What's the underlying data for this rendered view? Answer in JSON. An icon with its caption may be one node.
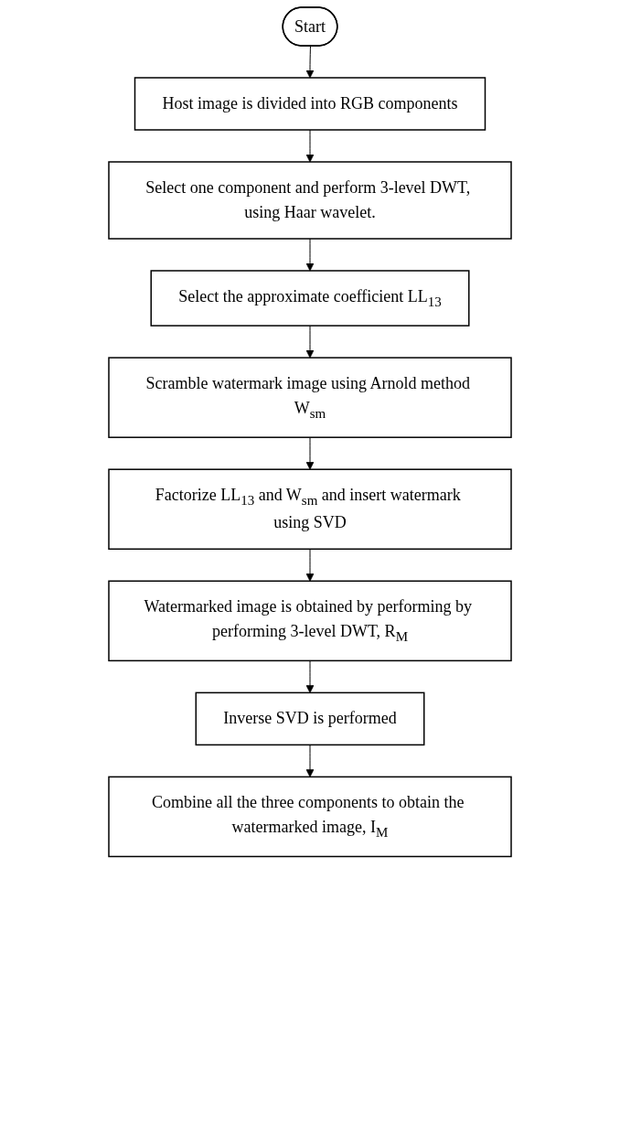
{
  "diagram": {
    "nodes": [
      {
        "text": [
          "Start"
        ]
      },
      {
        "text": [
          "Host image is divided into RGB components"
        ]
      },
      {
        "text": [
          "Select one component and perform 3-level DWT, using Haar wavelet."
        ]
      },
      {
        "text": [
          "Select the approximate coefficient LL$_{13}$"
        ]
      },
      {
        "text": [
          "Scramble watermark image using Arnold method W$_{sm}$"
        ]
      },
      {
        "text": [
          "Factorize LL$_{13}$ and W$_{sm}$ and insert watermark using SVD"
        ]
      },
      {
        "text": [
          "Watermarked image is obtained by performing by performing 3-level DWT, R$_{M}$"
        ]
      },
      {
        "text": [
          "Inverse SVD is performed"
        ]
      },
      {
        "text": [
          "Combine all the three components to obtain the watermarked image, I$_{M}$"
        ]
      }
    ],
    "edges": [
      {
        "from": 0,
        "to": 1,
        "arrow": "to"
      },
      {
        "from": 1,
        "to": 2,
        "arrow": "to"
      },
      {
        "from": 2,
        "to": 3,
        "arrow": "to"
      },
      {
        "from": 3,
        "to": 4,
        "arrow": "to"
      },
      {
        "from": 4,
        "to": 5,
        "arrow": "to"
      },
      {
        "from": 5,
        "to": 6,
        "arrow": "to"
      },
      {
        "from": 6,
        "to": 7,
        "arrow": "to"
      },
      {
        "from": 7,
        "to": 8,
        "arrow": "to"
      }
    ]
  }
}
